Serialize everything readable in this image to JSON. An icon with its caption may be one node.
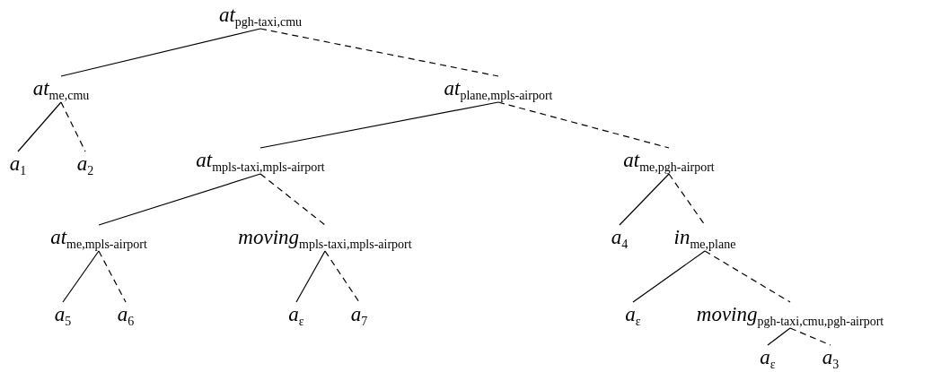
{
  "diagram": {
    "nodes": [
      {
        "text": [
          "*at*$_{pgh-taxi,cmu}$"
        ]
      },
      {
        "text": [
          "*at*$_{me,cmu}$"
        ]
      },
      {
        "text": [
          "*at*$_{plane,mpls-airport}$"
        ]
      },
      {
        "text": [
          "*a*$_{1}$"
        ]
      },
      {
        "text": [
          "*a*$_{2}$"
        ]
      },
      {
        "text": [
          "*at*$_{mpls-taxi,mpls-airport}$"
        ]
      },
      {
        "text": [
          "*at*$_{me,pgh-airport}$"
        ]
      },
      {
        "text": [
          "*at*$_{me,mpls-airport}$"
        ]
      },
      {
        "text": [
          "*moving*$_{mpls-taxi,mpls-airport}$"
        ]
      },
      {
        "text": [
          "*a*$_{4}$"
        ]
      },
      {
        "text": [
          "*in*$_{me,plane}$"
        ]
      },
      {
        "text": [
          "*a*$_{5}$"
        ]
      },
      {
        "text": [
          "*a*$_{6}$"
        ]
      },
      {
        "text": [
          "*a*$_{ε}$"
        ]
      },
      {
        "text": [
          "*a*$_{7}$"
        ]
      },
      {
        "text": [
          "*a*$_{ε}$"
        ]
      },
      {
        "text": [
          "*moving*$_{pgh-taxi,cmu,pgh-airport}$"
        ]
      },
      {
        "text": [
          "*a*$_{ε}$"
        ]
      },
      {
        "text": [
          "*a*$_{3}$"
        ]
      }
    ],
    "edges": [
      {
        "from": 0,
        "to": 1,
        "arrow": "none"
      },
      {
        "from": 0,
        "to": 2,
        "arrow": "none",
        "style": "dashed"
      },
      {
        "from": 1,
        "to": 3,
        "arrow": "none"
      },
      {
        "from": 1,
        "to": 4,
        "arrow": "none",
        "style": "dashed"
      },
      {
        "from": 2,
        "to": 5,
        "arrow": "none"
      },
      {
        "from": 2,
        "to": 6,
        "arrow": "none",
        "style": "dashed"
      },
      {
        "from": 5,
        "to": 7,
        "arrow": "none"
      },
      {
        "from": 5,
        "to": 8,
        "arrow": "none",
        "style": "dashed"
      },
      {
        "from": 6,
        "to": 9,
        "arrow": "none"
      },
      {
        "from": 6,
        "to": 10,
        "arrow": "none",
        "style": "dashed"
      },
      {
        "from": 7,
        "to": 11,
        "arrow": "none"
      },
      {
        "from": 7,
        "to": 12,
        "arrow": "none",
        "style": "dashed"
      },
      {
        "from": 8,
        "to": 13,
        "arrow": "none"
      },
      {
        "from": 8,
        "to": 14,
        "arrow": "none",
        "style": "dashed"
      },
      {
        "from": 10,
        "to": 15,
        "arrow": "none"
      },
      {
        "from": 10,
        "to": 16,
        "arrow": "none",
        "style": "dashed"
      },
      {
        "from": 16,
        "to": 17,
        "arrow": "none"
      },
      {
        "from": 16,
        "to": 18,
        "arrow": "none",
        "style": "dashed"
      }
    ]
  }
}
